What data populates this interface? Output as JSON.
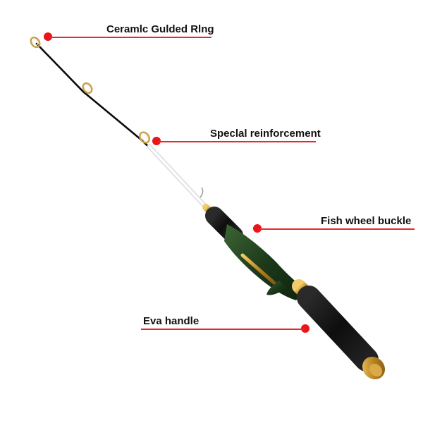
{
  "colors": {
    "accent_red": "#e8161c",
    "rod_green": "#1f3b1e",
    "grip_black": "#141414",
    "gold_trim": "#c8962a",
    "blank_white": "#f4f4f4"
  },
  "callouts": [
    {
      "id": "guide-ring",
      "label": "Ceramlc Gulded Rlng"
    },
    {
      "id": "reinforcement",
      "label": "Speclal reinforcement"
    },
    {
      "id": "reel-seat",
      "label": "Fish wheel buckle"
    },
    {
      "id": "handle",
      "label": "Eva handle"
    }
  ]
}
